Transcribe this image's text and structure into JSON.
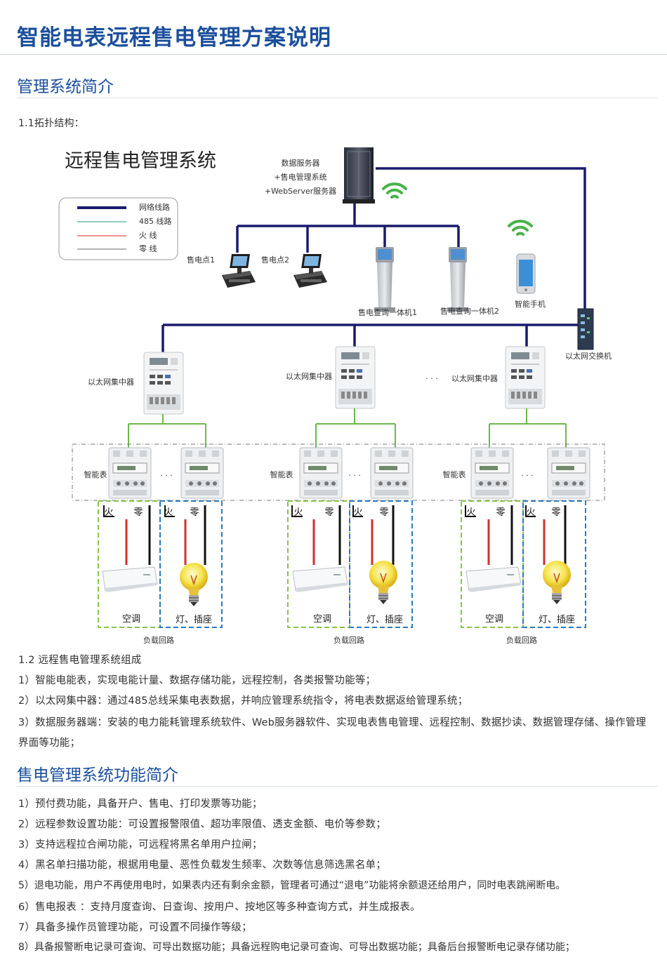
{
  "header": {
    "title": "智能电表远程售电管理方案说明"
  },
  "section1": {
    "title": "管理系统简介",
    "topology_label": "1.1拓扑结构：",
    "diagram": {
      "title": "远程售电管理系统",
      "legend": [
        {
          "label": "网络线路",
          "color": "#1a1a6e"
        },
        {
          "label": "485 线路",
          "color": "#4caf9a"
        },
        {
          "label": "火 线",
          "color": "#e0504a"
        },
        {
          "label": "零 线",
          "color": "#888888"
        }
      ],
      "server": {
        "line1": "数据服务器",
        "line2": "+售电管理系统",
        "line3": "+WebServer服务器"
      },
      "pos1": "售电点1",
      "pos2": "售电点2",
      "kiosk1": "售电查询一体机1",
      "kiosk2": "售电查询一体机2",
      "phone": "智能手机",
      "switch": "以太网交换机",
      "concentrator": "以太网集中器",
      "ellipsis": "· · ·",
      "meter_label": "智能表",
      "fire": "火",
      "neutral": "零",
      "aircon": "空调",
      "lamp": "灯、插座",
      "load": "负载回路"
    },
    "composition_title": "1.2 远程售电管理系统组成",
    "items": [
      "1）智能电能表，实现电能计量、数据存储功能，远程控制，各类报警功能等；",
      "2）以太网集中器：通过485总线采集电表数据，并响应管理系统指令，将电表数据返给管理系统；",
      "3）数据服务器端：安装的电力能耗管理系统软件、Web服务器软件、实现电表售电管理、远程控制、数据抄读、数据管理存储、操作管理界面等功能；"
    ]
  },
  "section2": {
    "title": "售电管理系统功能简介",
    "items": [
      "1）预付费功能，具备开户、售电、打印发票等功能；",
      "2）远程参数设置功能：可设置报警限值、超功率限值、透支金额、电价等参数；",
      "3）支持远程拉合闸功能，可远程将黑名单用户拉闸；",
      "4）黑名单扫描功能，根据用电量、恶性负载发生频率、次数等信息筛选黑名单；",
      "5）退电功能，用户不再使用电时，如果表内还有剩余金额，管理者可通过“退电”功能将余额退还给用户，同时电表跳闸断电。",
      "6）售电报表 ：支持月度查询、日查询、按用户、按地区等多种查询方式，并生成报表。",
      "7）具备多操作员管理功能，可设置不同操作等级；",
      "8）具备报警断电记录可查询、可导出数据功能；具备远程购电记录可查询、可导出数据功能；具备后台报警断电记录存储功能；"
    ]
  }
}
